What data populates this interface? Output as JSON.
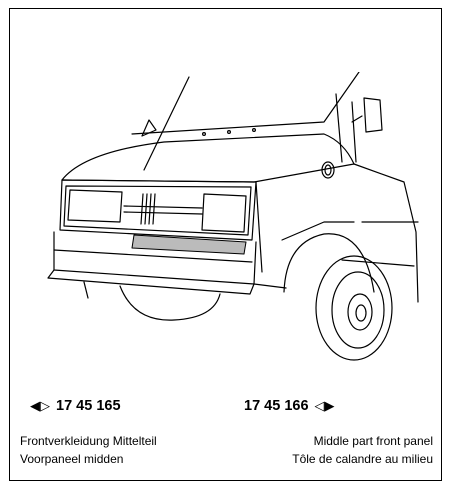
{
  "parts": {
    "left": {
      "orientation_symbol": "◀▷",
      "number": "17 45 165"
    },
    "right": {
      "number": "17 45 166",
      "orientation_symbol": "◁▶"
    }
  },
  "descriptions": {
    "left": [
      "Frontverkleidung Mittelteil",
      "Voorpaneel midden"
    ],
    "right": [
      "Middle part front panel",
      "Tôle de calandre au milieu"
    ]
  },
  "illustration": {
    "subject": "van-front-line-drawing",
    "highlighted_part": "middle-front-panel"
  }
}
